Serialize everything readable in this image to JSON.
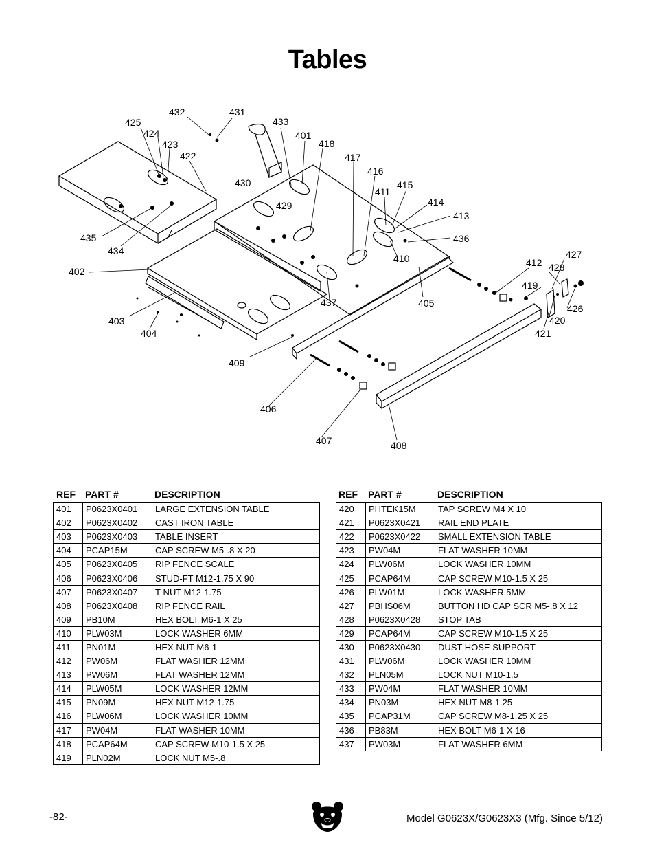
{
  "page": {
    "title": "Tables",
    "page_number": "-82-",
    "model": "Model G0623X/G0623X3 (Mfg. Since 5/12)"
  },
  "icons": {
    "logo": "bear-head-logo"
  },
  "callouts": [
    "432",
    "431",
    "425",
    "424",
    "423",
    "422",
    "433",
    "401",
    "418",
    "417",
    "416",
    "415",
    "411",
    "414",
    "413",
    "436",
    "430",
    "429",
    "435",
    "434",
    "402",
    "410",
    "412",
    "427",
    "428",
    "419",
    "426",
    "420",
    "421",
    "437",
    "405",
    "403",
    "404",
    "409",
    "406",
    "407",
    "408"
  ],
  "table_headers": {
    "ref": "REF",
    "part": "PART #",
    "desc": "DESCRIPTION"
  },
  "left_rows": [
    {
      "ref": "401",
      "part": "P0623X0401",
      "desc": "LARGE EXTENSION TABLE"
    },
    {
      "ref": "402",
      "part": "P0623X0402",
      "desc": "CAST IRON TABLE"
    },
    {
      "ref": "403",
      "part": "P0623X0403",
      "desc": "TABLE INSERT"
    },
    {
      "ref": "404",
      "part": "PCAP15M",
      "desc": "CAP SCREW M5-.8 X 20"
    },
    {
      "ref": "405",
      "part": "P0623X0405",
      "desc": "RIP FENCE SCALE"
    },
    {
      "ref": "406",
      "part": "P0623X0406",
      "desc": "STUD-FT M12-1.75 X 90"
    },
    {
      "ref": "407",
      "part": "P0623X0407",
      "desc": "T-NUT M12-1.75"
    },
    {
      "ref": "408",
      "part": "P0623X0408",
      "desc": "RIP FENCE RAIL"
    },
    {
      "ref": "409",
      "part": "PB10M",
      "desc": "HEX BOLT M6-1 X 25"
    },
    {
      "ref": "410",
      "part": "PLW03M",
      "desc": "LOCK WASHER 6MM"
    },
    {
      "ref": "411",
      "part": "PN01M",
      "desc": "HEX NUT M6-1"
    },
    {
      "ref": "412",
      "part": "PW06M",
      "desc": "FLAT WASHER 12MM"
    },
    {
      "ref": "413",
      "part": "PW06M",
      "desc": "FLAT WASHER 12MM"
    },
    {
      "ref": "414",
      "part": "PLW05M",
      "desc": "LOCK WASHER 12MM"
    },
    {
      "ref": "415",
      "part": "PN09M",
      "desc": "HEX NUT M12-1.75"
    },
    {
      "ref": "416",
      "part": "PLW06M",
      "desc": "LOCK WASHER 10MM"
    },
    {
      "ref": "417",
      "part": "PW04M",
      "desc": "FLAT WASHER 10MM"
    },
    {
      "ref": "418",
      "part": "PCAP64M",
      "desc": "CAP SCREW M10-1.5 X 25"
    },
    {
      "ref": "419",
      "part": "PLN02M",
      "desc": "LOCK NUT M5-.8"
    }
  ],
  "right_rows": [
    {
      "ref": "420",
      "part": "PHTEK15M",
      "desc": "TAP SCREW M4 X 10"
    },
    {
      "ref": "421",
      "part": "P0623X0421",
      "desc": "RAIL END PLATE"
    },
    {
      "ref": "422",
      "part": "P0623X0422",
      "desc": "SMALL EXTENSION TABLE"
    },
    {
      "ref": "423",
      "part": "PW04M",
      "desc": "FLAT WASHER 10MM"
    },
    {
      "ref": "424",
      "part": "PLW06M",
      "desc": "LOCK WASHER 10MM"
    },
    {
      "ref": "425",
      "part": "PCAP64M",
      "desc": "CAP SCREW M10-1.5 X 25"
    },
    {
      "ref": "426",
      "part": "PLW01M",
      "desc": "LOCK WASHER 5MM"
    },
    {
      "ref": "427",
      "part": "PBHS06M",
      "desc": "BUTTON HD CAP SCR M5-.8 X 12"
    },
    {
      "ref": "428",
      "part": "P0623X0428",
      "desc": "STOP TAB"
    },
    {
      "ref": "429",
      "part": "PCAP64M",
      "desc": "CAP SCREW M10-1.5 X 25"
    },
    {
      "ref": "430",
      "part": "P0623X0430",
      "desc": "DUST HOSE SUPPORT"
    },
    {
      "ref": "431",
      "part": "PLW06M",
      "desc": "LOCK WASHER 10MM"
    },
    {
      "ref": "432",
      "part": "PLN05M",
      "desc": "LOCK NUT M10-1.5"
    },
    {
      "ref": "433",
      "part": "PW04M",
      "desc": "FLAT WASHER 10MM"
    },
    {
      "ref": "434",
      "part": "PN03M",
      "desc": "HEX NUT M8-1.25"
    },
    {
      "ref": "435",
      "part": "PCAP31M",
      "desc": "CAP SCREW M8-1.25 X 25"
    },
    {
      "ref": "436",
      "part": "PB83M",
      "desc": "HEX BOLT M6-1 X 16"
    },
    {
      "ref": "437",
      "part": "PW03M",
      "desc": "FLAT WASHER 6MM"
    }
  ]
}
